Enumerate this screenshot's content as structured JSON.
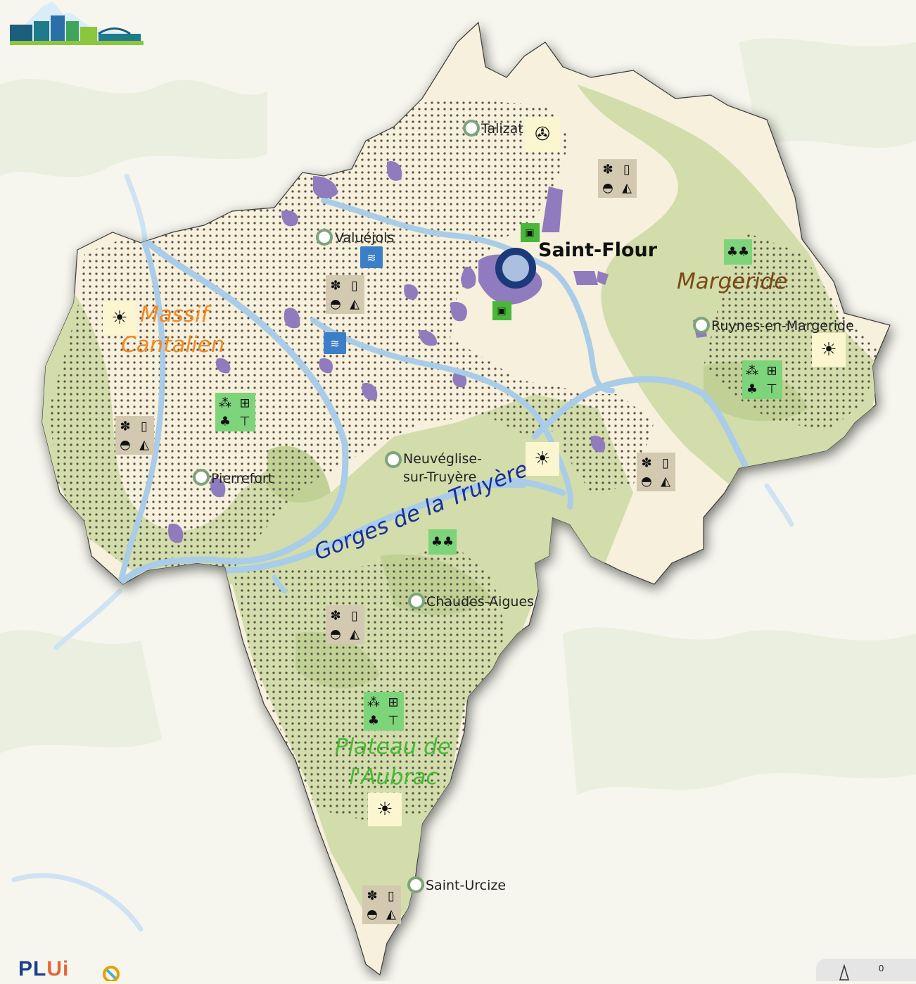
{
  "map": {
    "towns": [
      {
        "name": "Talizat",
        "kind": "minor"
      },
      {
        "name": "Valuéjols",
        "kind": "minor"
      },
      {
        "name": "Saint-Flour",
        "kind": "major"
      },
      {
        "name": "Ruynes-en-Margeride",
        "kind": "minor"
      },
      {
        "name": "Pierrefort",
        "kind": "minor"
      },
      {
        "name": "Neuvéglise-",
        "kind": "minor"
      },
      {
        "name": "sur-Truyère",
        "kind": "minor"
      },
      {
        "name": "Chaudes-Aigues",
        "kind": "minor"
      },
      {
        "name": "Saint-Urcize",
        "kind": "minor"
      }
    ],
    "regions": [
      {
        "line1": "Massif",
        "line2": "Cantalien",
        "color": "#ef8a24"
      },
      {
        "line1": "Margeride",
        "line2": "",
        "color": "#7a4a14"
      },
      {
        "line1": "Gorges de la Truyère",
        "line2": "",
        "color": "#1a2f9a"
      },
      {
        "line1": "Plateau de",
        "line2": "l'Aubrac",
        "color": "#49b83a"
      }
    ],
    "icons": {
      "agriculture": "wheat-milk-meat-cheese-icon",
      "leisure": "picnic-market-icon",
      "forest": "trees-icon",
      "energy_wind": "wind-turbine-icon",
      "energy_sun": "sun-icon",
      "water": "water-icon",
      "heritage": "book-icon"
    },
    "colors": {
      "territory": "#f6f0dc",
      "forest": "#d4dfae",
      "river": "#a9cce8",
      "urban": "#8f7bbd",
      "major_town": "#1c3a7a",
      "ag_box": "#d3c9b1",
      "leisure_box": "#7ed47a",
      "sun_box": "#fbf5d0",
      "water_box": "#3d7fc6"
    },
    "scale_zero": "0",
    "logo": {
      "letters_a": "PL",
      "letters_b": "Ui"
    }
  }
}
